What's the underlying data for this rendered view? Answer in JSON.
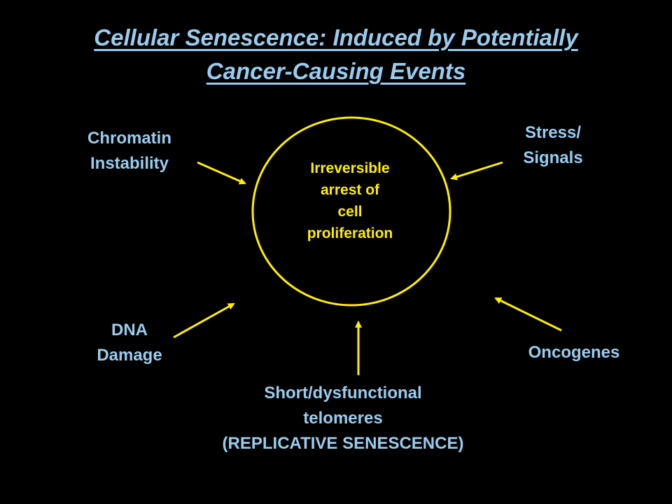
{
  "title": {
    "line1": "Cellular Senescence: Induced by Potentially",
    "line2": "Cancer-Causing Events"
  },
  "center": {
    "line1": "Irreversible",
    "line2": "arrest of",
    "line3": "cell",
    "line4": "proliferation"
  },
  "inducers": {
    "chromatin": {
      "line1": "Chromatin",
      "line2": "Instability"
    },
    "stress": {
      "line1": "Stress/",
      "line2": "Signals"
    },
    "dna": {
      "line1": "DNA",
      "line2": "Damage"
    },
    "oncogenes": {
      "line1": "Oncogenes"
    },
    "telomeres": {
      "line1": "Short/dysfunctional",
      "line2": "telomeres",
      "line3": "(REPLICATIVE SENESCENCE)"
    }
  },
  "colors": {
    "background": "#000000",
    "text": "#99ccee",
    "accent": "#ffee00"
  }
}
